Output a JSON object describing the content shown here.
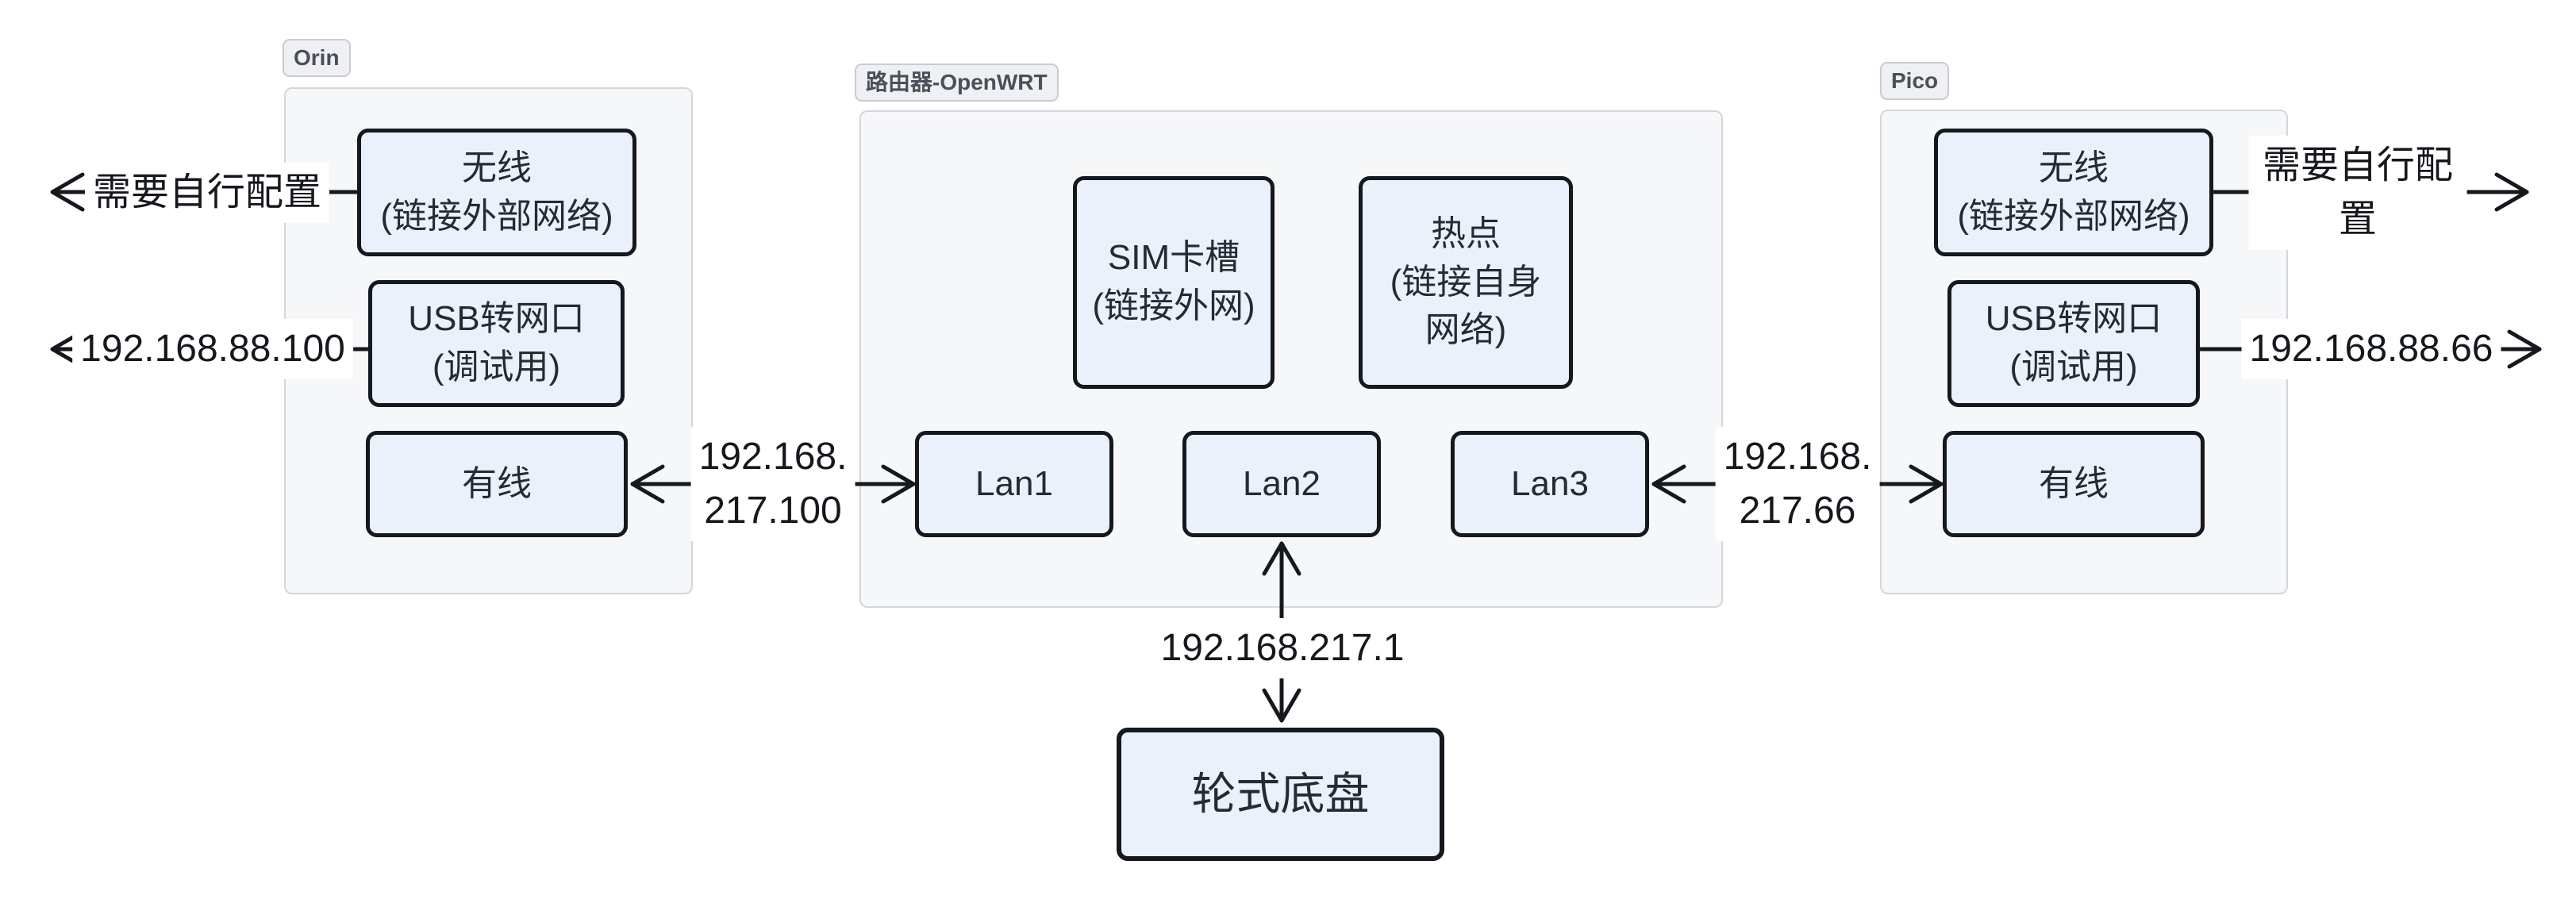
{
  "diagram": {
    "groups": {
      "orin": {
        "label": "Orin"
      },
      "router": {
        "label": "路由器-OpenWRT"
      },
      "pico": {
        "label": "Pico"
      }
    },
    "nodes": {
      "orin_wireless": {
        "label": "无线\n(链接外部网络)"
      },
      "orin_usb": {
        "label": "USB转网口\n(调试用)"
      },
      "orin_wired": {
        "label": "有线"
      },
      "sim": {
        "label": "SIM卡槽\n(链接外网)"
      },
      "hotspot": {
        "label": "热点\n(链接自身\n网络)"
      },
      "lan1": {
        "label": "Lan1"
      },
      "lan2": {
        "label": "Lan2"
      },
      "lan3": {
        "label": "Lan3"
      },
      "pico_wireless": {
        "label": "无线\n(链接外部网络)"
      },
      "pico_usb": {
        "label": "USB转网口\n(调试用)"
      },
      "pico_wired": {
        "label": "有线"
      },
      "chassis": {
        "label": "轮式底盘"
      }
    },
    "edge_labels": {
      "orin_wireless_out": "需要自行配置",
      "orin_usb_out": "192.168.88.100",
      "orin_wired_lan1": "192.168.\n217.100",
      "lan3_pico_wired": "192.168.\n217.66",
      "pico_wireless_out": "需要自行配置",
      "pico_usb_out": "192.168.88.66",
      "lan2_chassis": "192.168.217.1"
    },
    "colors": {
      "node_fill": "#ebf1fb",
      "node_border": "#15181d",
      "cluster_fill": "#f6f7f9",
      "cluster_border": "#d3d6db",
      "label_fill": "#eef0f3",
      "edge": "#15181d",
      "background": "#ffffff"
    }
  }
}
